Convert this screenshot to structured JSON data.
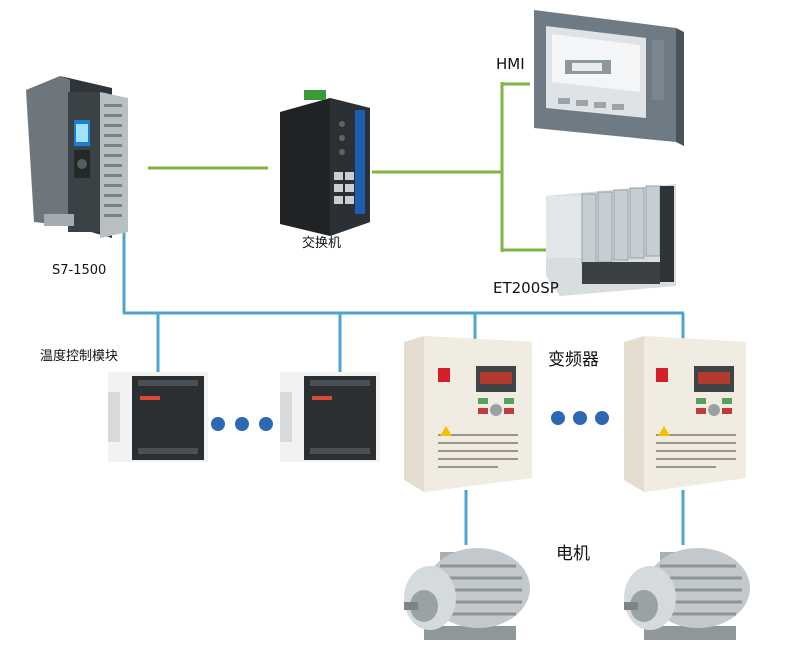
{
  "labels": {
    "plc": "S7-1500",
    "switch": "交换机",
    "hmi": "HMI",
    "et200": "ET200SP",
    "temp_module": "温度控制模块",
    "vfd": "变频器",
    "motor": "电机"
  },
  "colors": {
    "ethernet_line": "#7fb543",
    "bus_line": "#4ea4cc",
    "ellipsis_dot": "#2e68b5",
    "device_dark": "#3d4449",
    "vfd_body": "#f1ece2",
    "vfd_brand": "#d21f2a"
  }
}
